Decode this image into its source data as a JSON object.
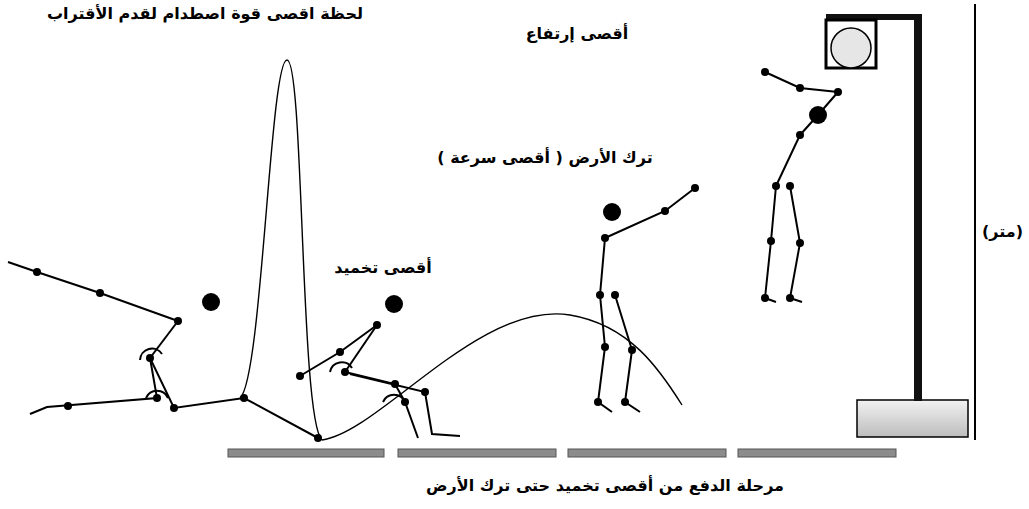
{
  "diagram": {
    "labels": [
      "لحظة اقصى قوة اصطدام لقدم الأقتراب",
      "أقصى إرتفاع",
      "ترك الأرض ( أقصى سرعة )",
      "أقصى تخميد",
      "(متر)",
      "مرحلة الدفع من أقصى تخميد حتى ترك الأرض"
    ]
  }
}
